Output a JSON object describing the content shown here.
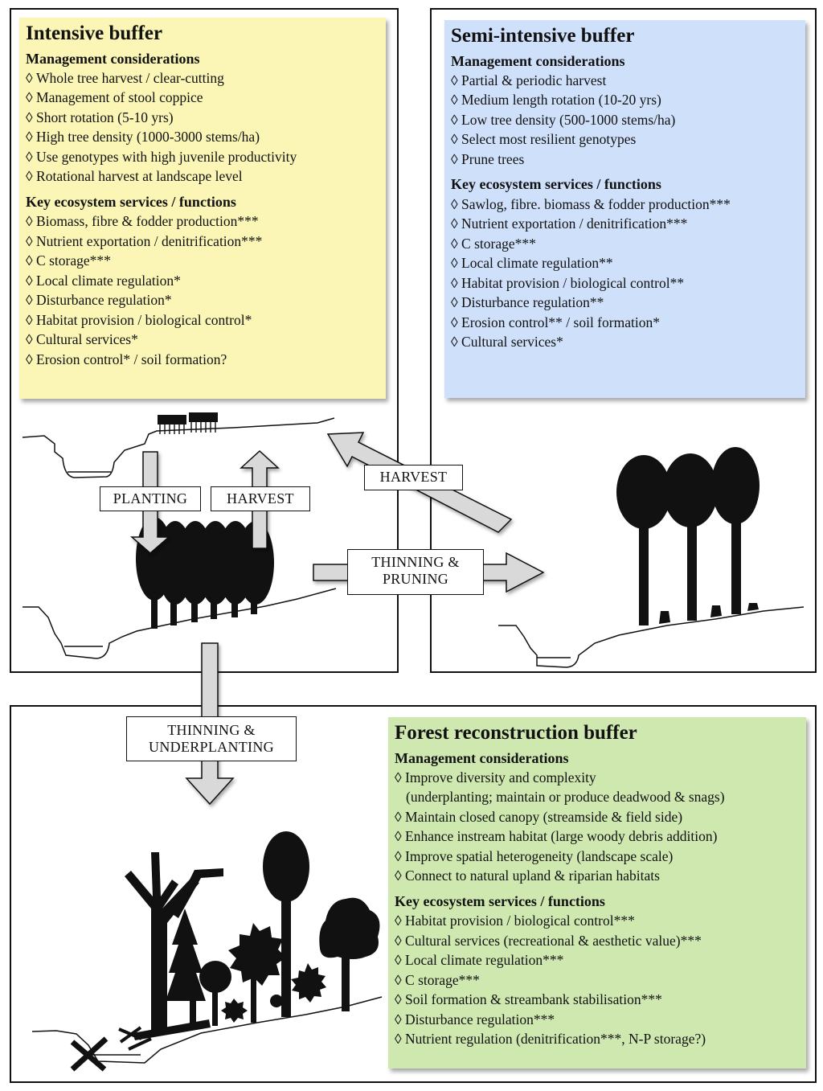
{
  "intensive": {
    "title": "Intensive buffer",
    "management_heading": "Management considerations",
    "management": [
      "Whole tree harvest / clear-cutting",
      "Management of stool coppice",
      "Short rotation (5-10 yrs)",
      "High tree density (1000-3000 stems/ha)",
      "Use genotypes with high juvenile productivity",
      "Rotational harvest at landscape level"
    ],
    "services_heading": "Key ecosystem services / functions",
    "services": [
      "Biomass, fibre & fodder production***",
      "Nutrient exportation / denitrification***",
      "C storage***",
      "Local climate regulation*",
      "Disturbance regulation*",
      "Habitat provision / biological control*",
      "Cultural services*",
      "Erosion control* / soil formation?"
    ],
    "color": "#fbf6b6"
  },
  "semi": {
    "title": "Semi-intensive buffer",
    "management_heading": "Management considerations",
    "management": [
      "Partial & periodic harvest",
      "Medium length rotation (10-20 yrs)",
      "Low tree density (500-1000 stems/ha)",
      "Select most resilient genotypes",
      "Prune trees"
    ],
    "services_heading": "Key ecosystem services / functions",
    "services": [
      "Sawlog, fibre. biomass & fodder production***",
      "Nutrient exportation / denitrification***",
      "C storage***",
      "Local climate regulation**",
      "Habitat provision / biological control**",
      "Disturbance regulation**",
      "Erosion control** / soil formation*",
      "Cultural services*"
    ],
    "color": "#cfe0fb"
  },
  "forest": {
    "title": "Forest reconstruction buffer",
    "management_heading": "Management considerations",
    "management": [
      "Improve diversity and complexity",
      "(underplanting; maintain or produce deadwood & snags)",
      "Maintain closed canopy (streamside & field side)",
      "Enhance instream habitat (large woody debris addition)",
      "Improve spatial heterogeneity (landscape scale)",
      "Connect to natural upland & riparian habitats"
    ],
    "services_heading": "Key ecosystem services / functions",
    "services": [
      "Habitat provision / biological control***",
      "Cultural services (recreational & aesthetic value)***",
      "Local climate regulation***",
      "C storage***",
      "Soil formation & streambank stabilisation***",
      "Disturbance regulation***",
      "Nutrient regulation (denitrification***, N-P storage?)"
    ],
    "color": "#cfe8b0"
  },
  "arrows": {
    "planting": "PLANTING",
    "harvest_up": "HARVEST",
    "harvest_diag": "HARVEST",
    "thinning_pruning_1": "THINNING &",
    "thinning_pruning_2": "PRUNING",
    "thinning_under_1": "THINNING &",
    "thinning_under_2": "UNDERPLANTING"
  }
}
